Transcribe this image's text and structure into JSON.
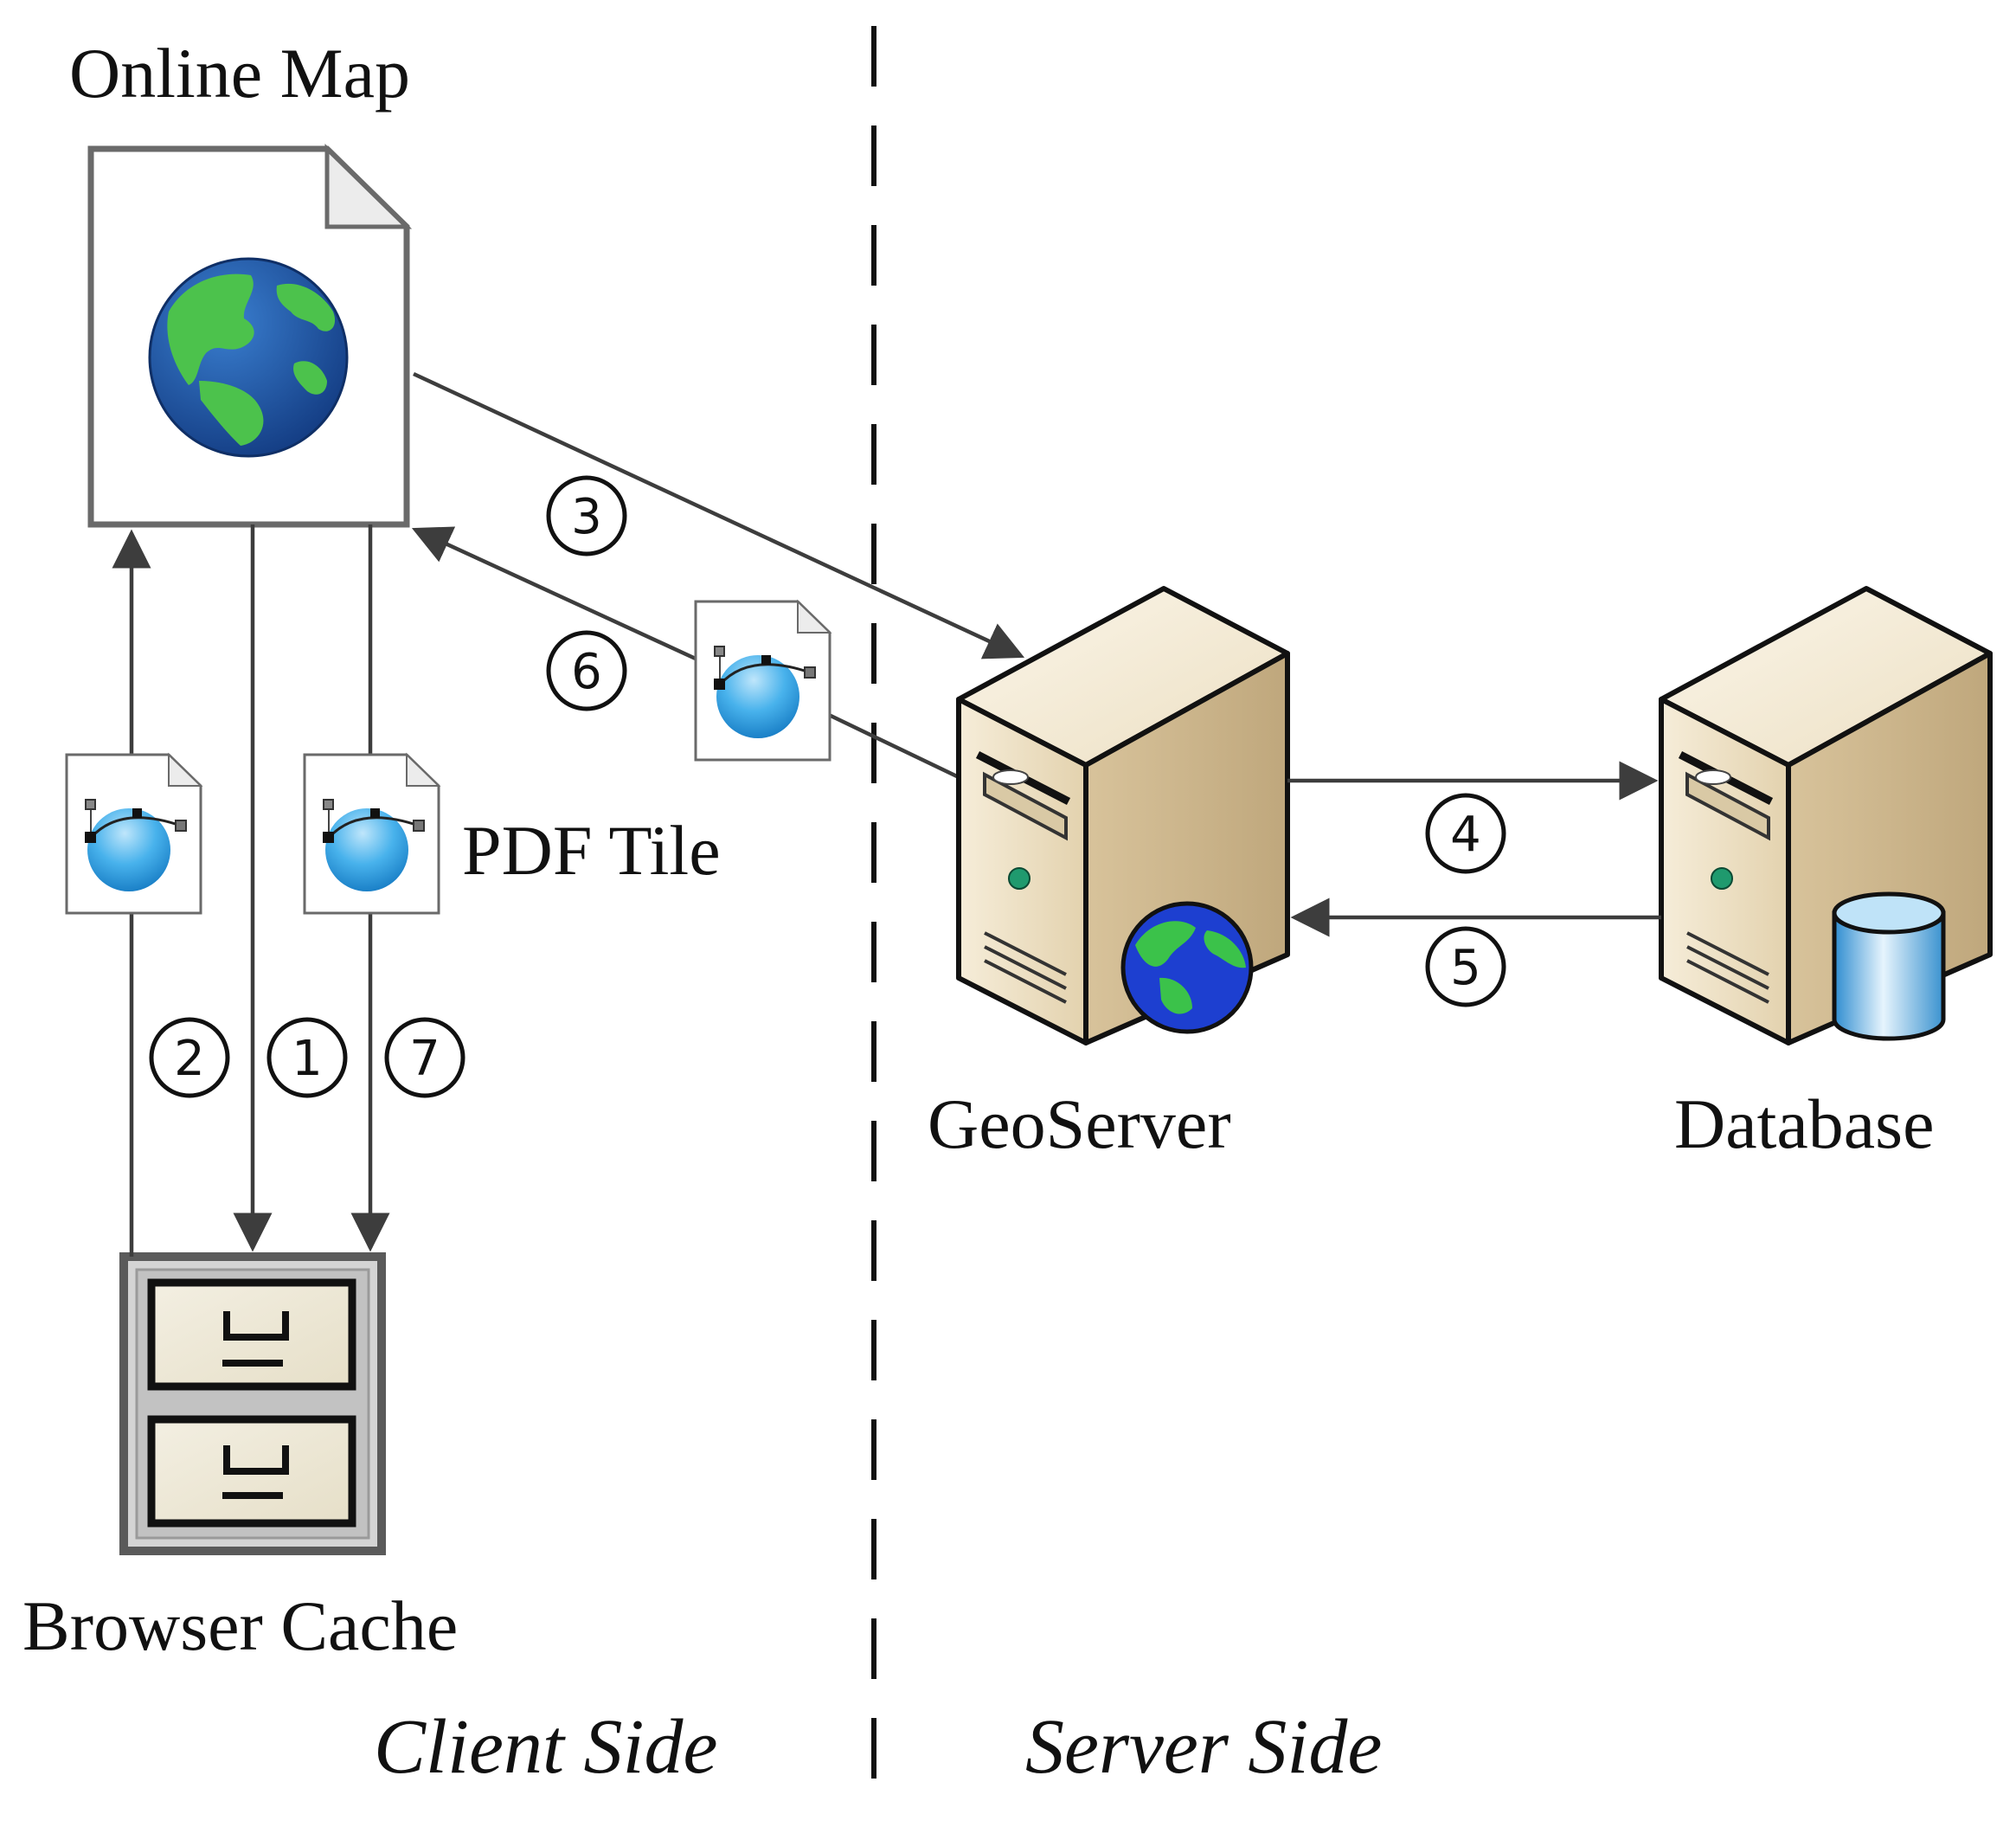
{
  "nodes": {
    "online_map": "Online Map",
    "browser_cache": "Browser Cache",
    "geoserver": "GeoServer",
    "database": "Database",
    "pdf_tile": "PDF Tile"
  },
  "sides": {
    "client": "Client Side",
    "server": "Server Side"
  },
  "steps": [
    "1",
    "2",
    "3",
    "4",
    "5",
    "6",
    "7"
  ],
  "icons": {
    "online_map": "document-globe-icon",
    "tile": "vector-document-icon",
    "cache": "filing-cabinet-icon",
    "geoserver": "server-globe-icon",
    "database": "server-database-icon"
  },
  "colors": {
    "ocean": "#1f58a8",
    "land": "#4cc24c",
    "server_body": "#e8d9b8",
    "tile_sphere": "#2a9be0",
    "line": "#3d3d3d"
  }
}
